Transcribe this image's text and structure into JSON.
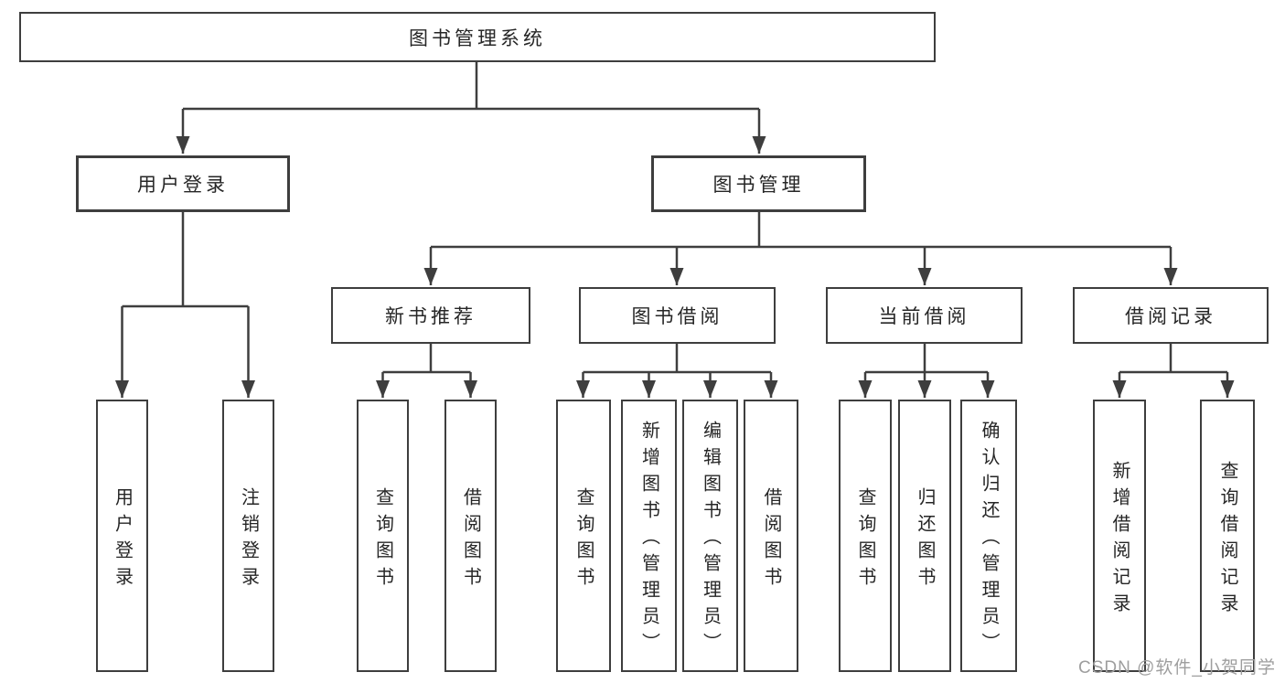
{
  "diagram": {
    "type": "hierarchy-tree",
    "colors": {
      "line": "#3e3e3e",
      "box_border": "#3e3e3e",
      "text": "#262626",
      "watermark": "#9e9e9e",
      "background": "#ffffff"
    },
    "tree": {
      "root": {
        "label": "图书管理系统",
        "children": [
          {
            "label": "用户登录",
            "children": [
              {
                "label": "用户登录"
              },
              {
                "label": "注销登录"
              }
            ]
          },
          {
            "label": "图书管理",
            "children": [
              {
                "label": "新书推荐",
                "children": [
                  {
                    "label": "查询图书"
                  },
                  {
                    "label": "借阅图书"
                  }
                ]
              },
              {
                "label": "图书借阅",
                "children": [
                  {
                    "label": "查询图书"
                  },
                  {
                    "label": "新增图书（管理员）"
                  },
                  {
                    "label": "编辑图书（管理员）"
                  },
                  {
                    "label": "借阅图书"
                  }
                ]
              },
              {
                "label": "当前借阅",
                "children": [
                  {
                    "label": "查询图书"
                  },
                  {
                    "label": "归还图书"
                  },
                  {
                    "label": "确认归还（管理员）"
                  }
                ]
              },
              {
                "label": "借阅记录",
                "children": [
                  {
                    "label": "新增借阅记录"
                  },
                  {
                    "label": "查询借阅记录"
                  }
                ]
              }
            ]
          }
        ]
      }
    },
    "watermark": {
      "text": "CSDN @软件_小贺同学"
    }
  }
}
